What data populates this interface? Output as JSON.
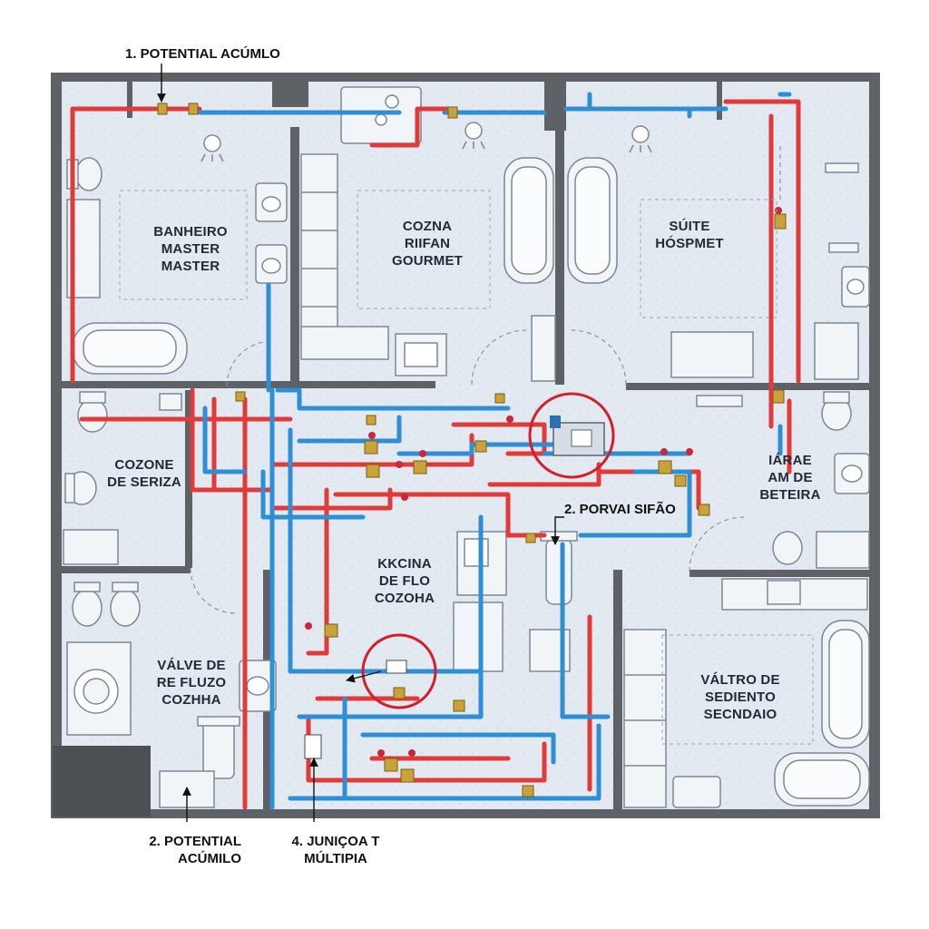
{
  "colors": {
    "hot_pipe": "#e03a3a",
    "cold_pipe": "#2f8fd6",
    "wall": "#5e6166",
    "floor": "#e3e9f0",
    "callout_circle": "#d41f2a",
    "valve": "#c9a23a"
  },
  "rooms": [
    {
      "id": "banheiro-master",
      "label": "BANHEIRO\nMASTER\nMASTER"
    },
    {
      "id": "cozinha-gourmet",
      "label": "COZNA\nRIIFAN\nGOURMET"
    },
    {
      "id": "suite-hospede",
      "label": "SÚITE\nHÓSPMET"
    },
    {
      "id": "cozone-serviza",
      "label": "COZONE\nDE SERIZA"
    },
    {
      "id": "area-de-beteira",
      "label": "IÁRAE\nAM DE\nBETEIRA"
    },
    {
      "id": "kkcina-flo",
      "label": "KKCINA\nDE FLO\nCOZOHA"
    },
    {
      "id": "valve-fluzo",
      "label": "VÁLVE DE\nRE FLUZO\nCOZHHA"
    },
    {
      "id": "valtro-sedimento",
      "label": "VÁLTRO DE\nSEDIENTO\nSECNDAIO"
    }
  ],
  "callouts": [
    {
      "id": "acumulo-top",
      "text": "1. POTENTIAL ACÚMLO"
    },
    {
      "id": "sifao",
      "text": "2. PORVAI SIFÃO"
    },
    {
      "id": "acumulo-bottom",
      "text": "2. POTENTIAL\nACÚMILO"
    },
    {
      "id": "juncao",
      "text": "4. JUNIÇOA T\nMÚLTIPIA"
    }
  ],
  "icons": [
    "shower-icon",
    "bathtub-icon",
    "toilet-icon",
    "sink-icon",
    "washing-machine-icon",
    "valve-icon",
    "water-filter-icon",
    "water-heater-icon",
    "stove-icon"
  ]
}
